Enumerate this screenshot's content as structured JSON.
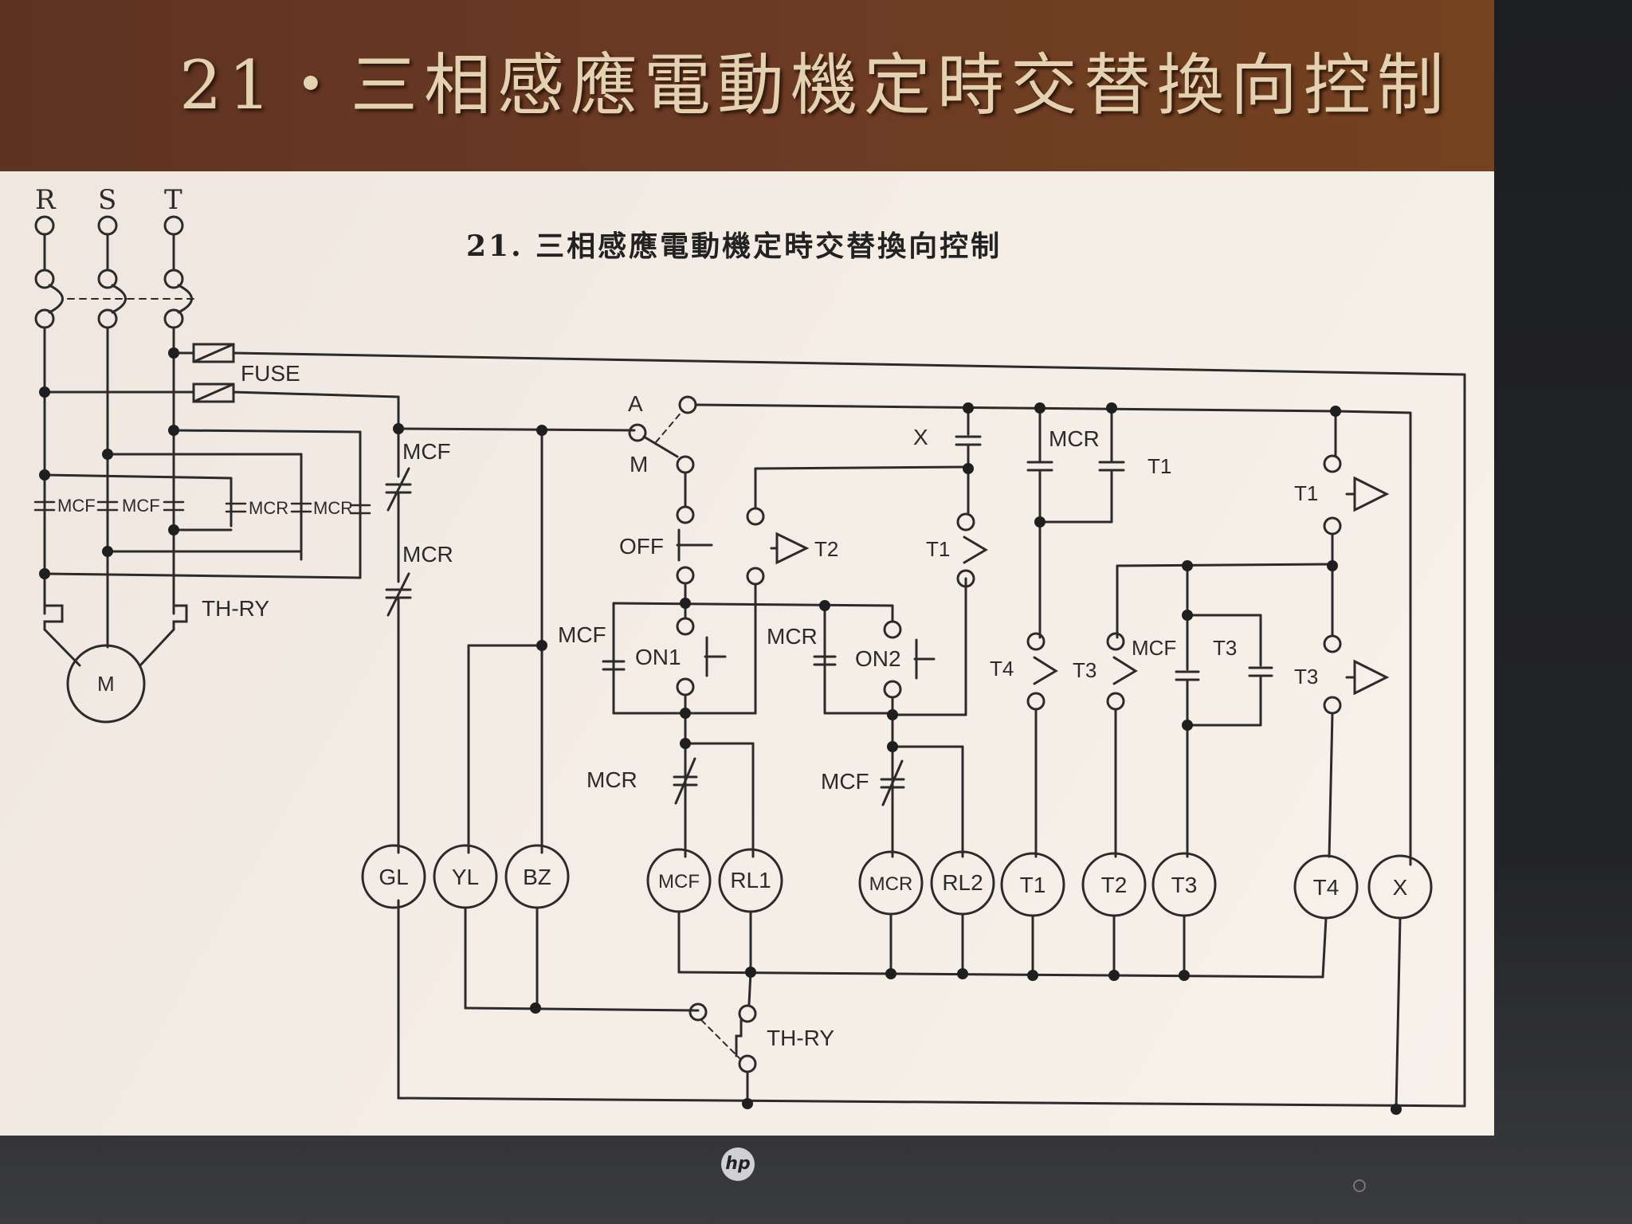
{
  "slide": {
    "title": "21・三相感應電動機定時交替換向控制",
    "diagram_caption": "21. 三相感應電動機定時交替換向控制"
  },
  "power_lines": [
    "R",
    "S",
    "T"
  ],
  "components": {
    "fuse": "FUSE",
    "motor": "M",
    "thermal_relay": "TH-RY",
    "selector": {
      "auto": "A",
      "manual": "M"
    },
    "off_button": "OFF",
    "on_buttons": [
      "ON1",
      "ON2"
    ],
    "main_contact_labels": [
      "MCF",
      "MCF",
      "MCR",
      "MCR"
    ],
    "contact_labels": {
      "mcf": "MCF",
      "mcr": "MCR",
      "x": "X",
      "t1": "T1",
      "t2": "T2",
      "t3": "T3",
      "t4": "T4"
    }
  },
  "coils": [
    "GL",
    "YL",
    "BZ",
    "MCF",
    "RL1",
    "MCR",
    "RL2",
    "T1",
    "T2",
    "T3",
    "T4",
    "X"
  ],
  "monitor": {
    "brand": "hp"
  }
}
